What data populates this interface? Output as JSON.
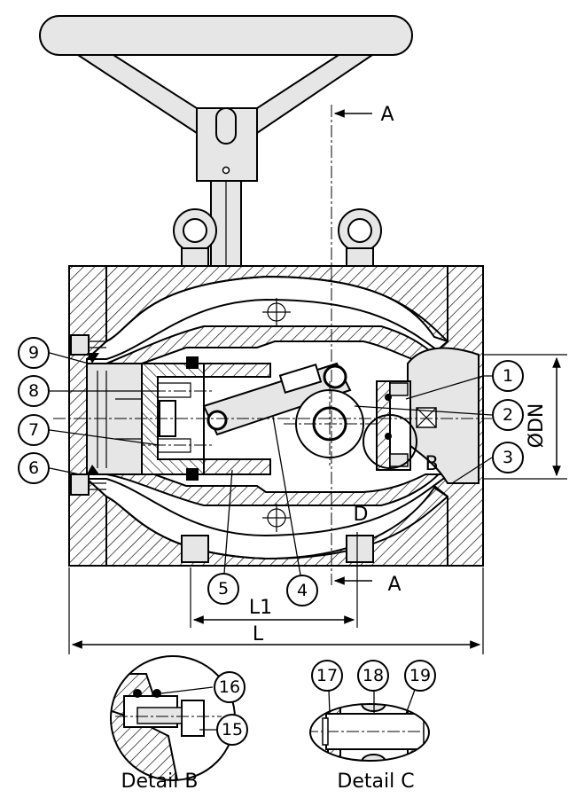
{
  "callouts": [
    {
      "id": "1",
      "label": "1"
    },
    {
      "id": "2",
      "label": "2"
    },
    {
      "id": "3",
      "label": "3"
    },
    {
      "id": "4",
      "label": "4"
    },
    {
      "id": "5",
      "label": "5"
    },
    {
      "id": "6",
      "label": "6"
    },
    {
      "id": "7",
      "label": "7"
    },
    {
      "id": "8",
      "label": "8"
    },
    {
      "id": "9",
      "label": "9"
    },
    {
      "id": "15",
      "label": "15"
    },
    {
      "id": "16",
      "label": "16"
    },
    {
      "id": "17",
      "label": "17"
    },
    {
      "id": "18",
      "label": "18"
    },
    {
      "id": "19",
      "label": "19"
    }
  ],
  "labels": {
    "section_top": "A",
    "section_bottom": "A",
    "detail_b_marker": "B",
    "detail_d_marker": "D",
    "diameter": "ØDN",
    "dim_l1": "L1",
    "dim_l": "L",
    "detail_b_caption": "Detail  B",
    "detail_c_caption": "Detail  C"
  }
}
